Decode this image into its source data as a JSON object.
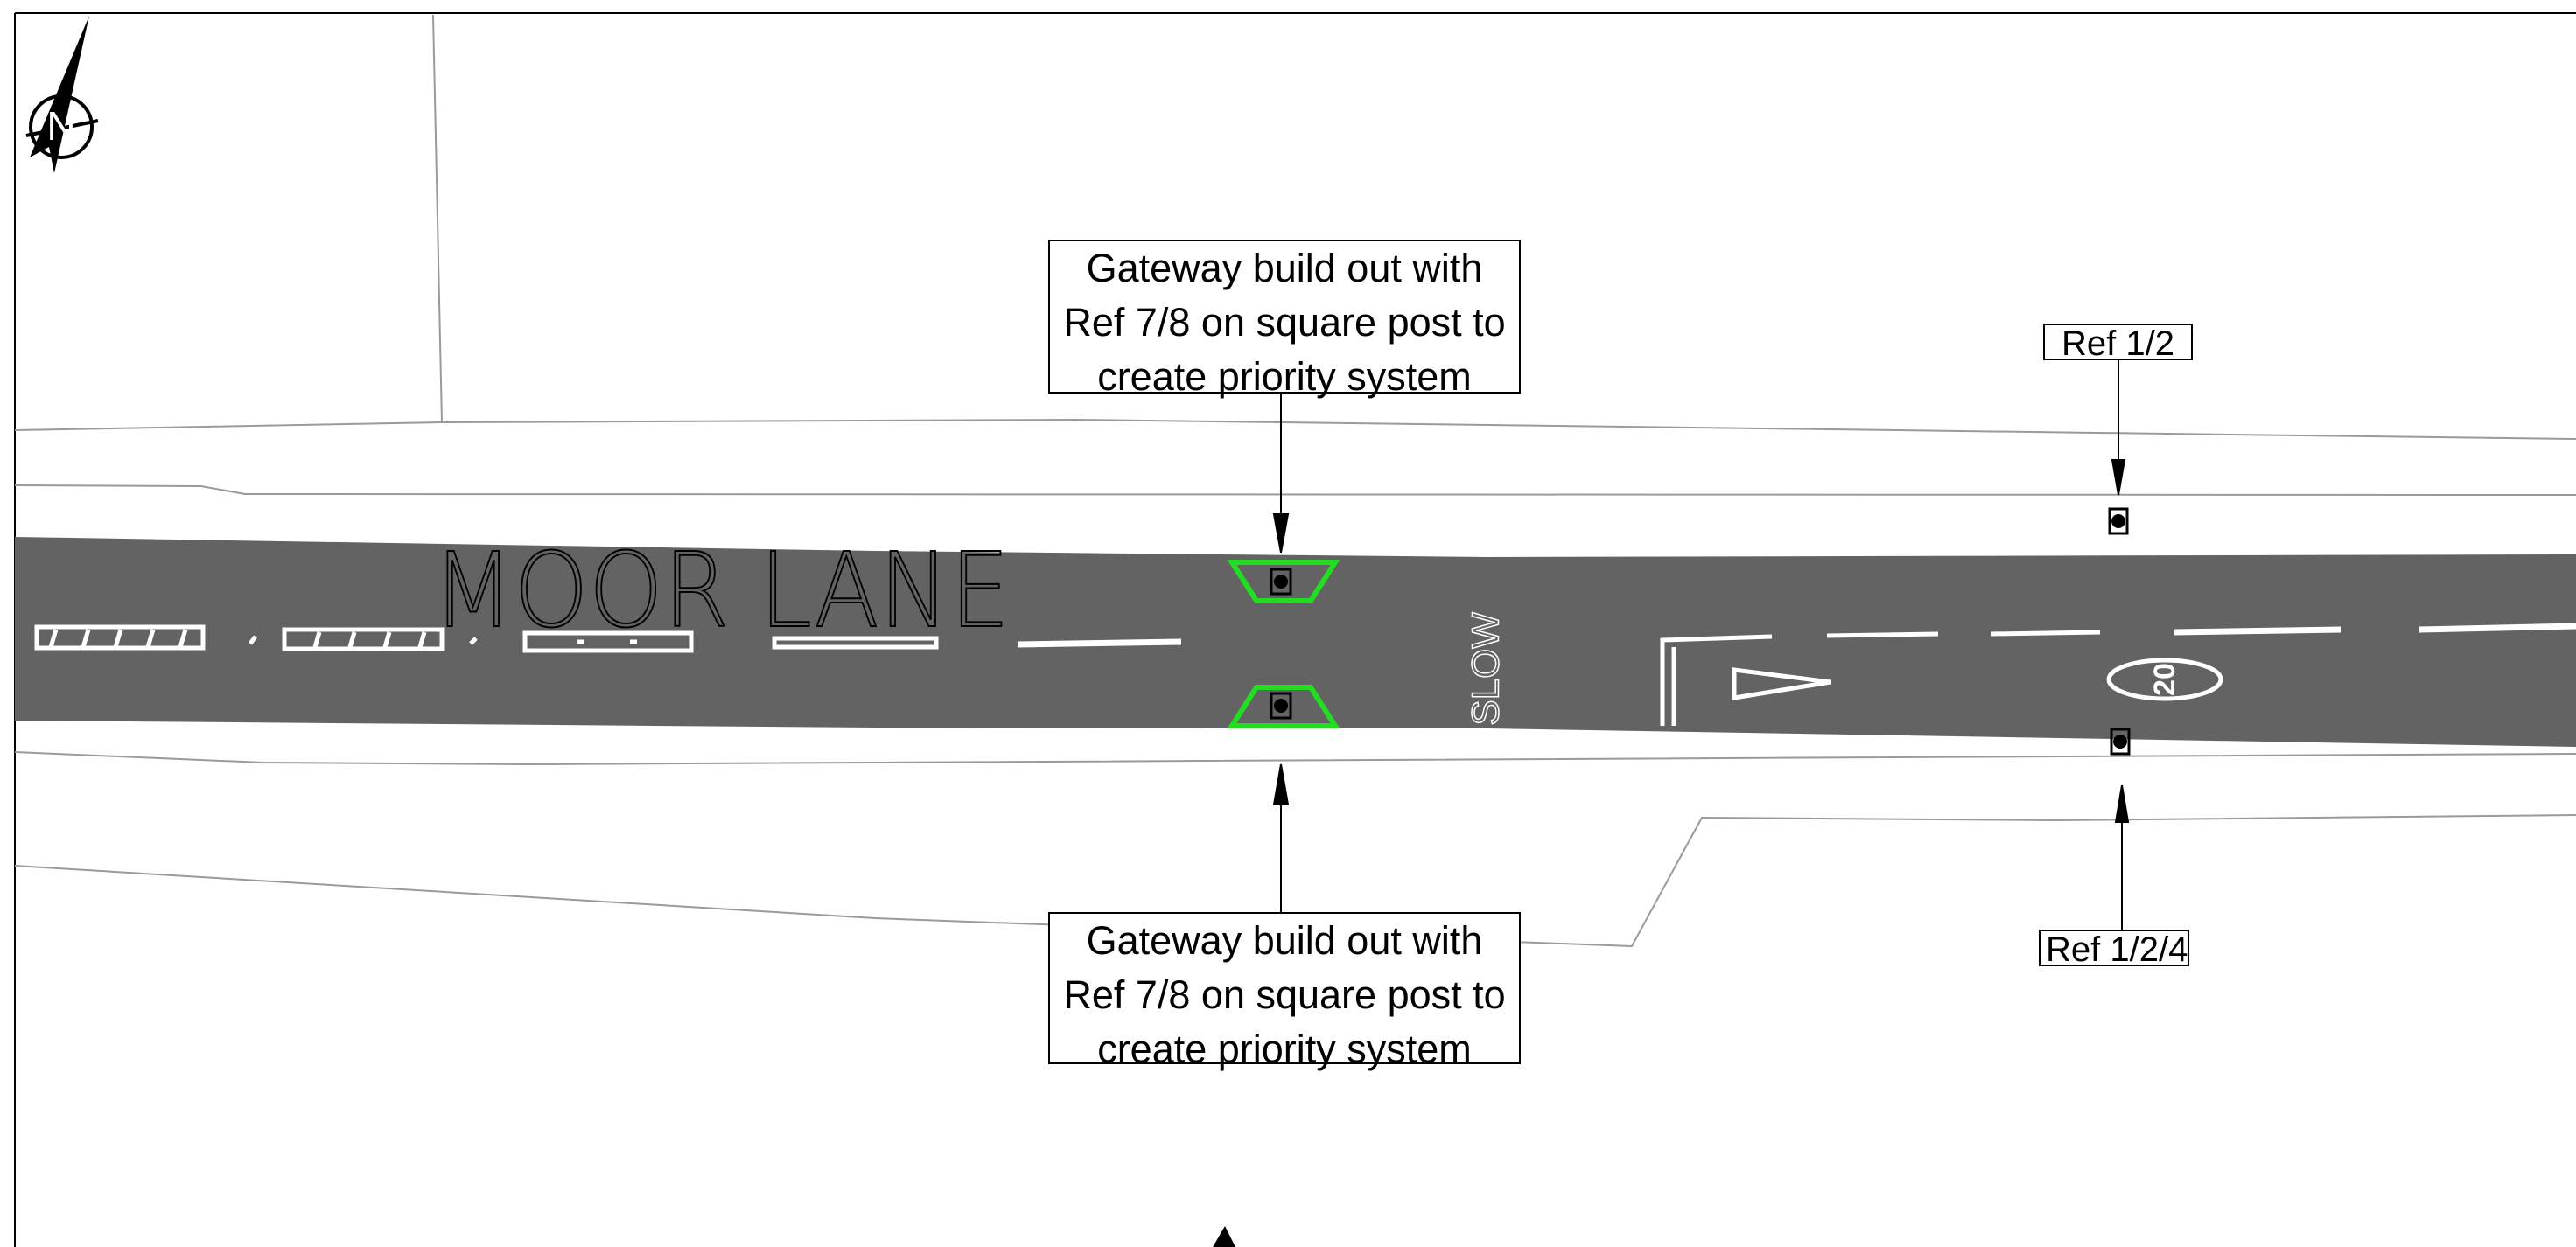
{
  "road": {
    "name": "MOOR LANE",
    "slow_marking": "SLOW",
    "speed_roundel": "20"
  },
  "compass": {
    "label": "N",
    "icon": "north-arrow-icon"
  },
  "callouts": {
    "gateway_north": "Gateway build out with Ref 7/8 on square post to create priority system",
    "gateway_south": "Gateway build out with Ref 7/8 on square post to create priority system",
    "ref_north": "Ref 1/2",
    "ref_south": "Ref 1/2/4"
  },
  "colors": {
    "carriageway": "#636363",
    "road_markings": "#ffffff",
    "build_out": "#22dd22",
    "linework": "#9a9a9a",
    "text": "#000000"
  }
}
